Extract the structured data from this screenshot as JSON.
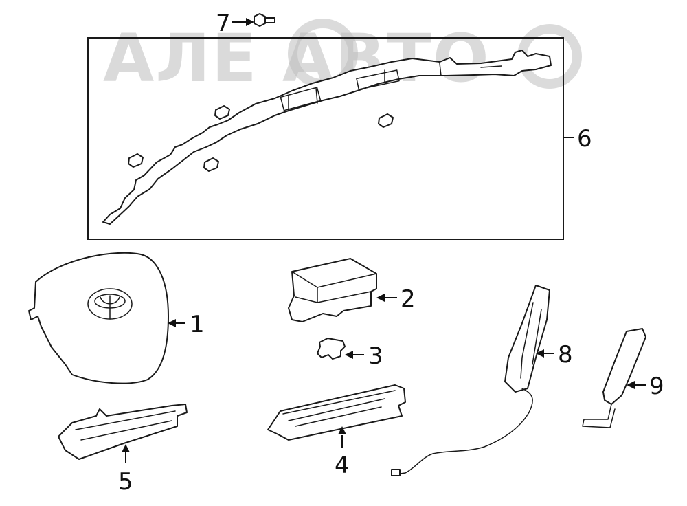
{
  "watermark": {
    "text": "АЛЕ АВТО",
    "color": "#bdbdbd"
  },
  "callouts": {
    "c1": "1",
    "c2": "2",
    "c3": "3",
    "c4": "4",
    "c5": "5",
    "c6": "6",
    "c7": "7",
    "c8": "8",
    "c9": "9"
  },
  "colors": {
    "line": "#1a1a1a",
    "background": "#ffffff"
  }
}
